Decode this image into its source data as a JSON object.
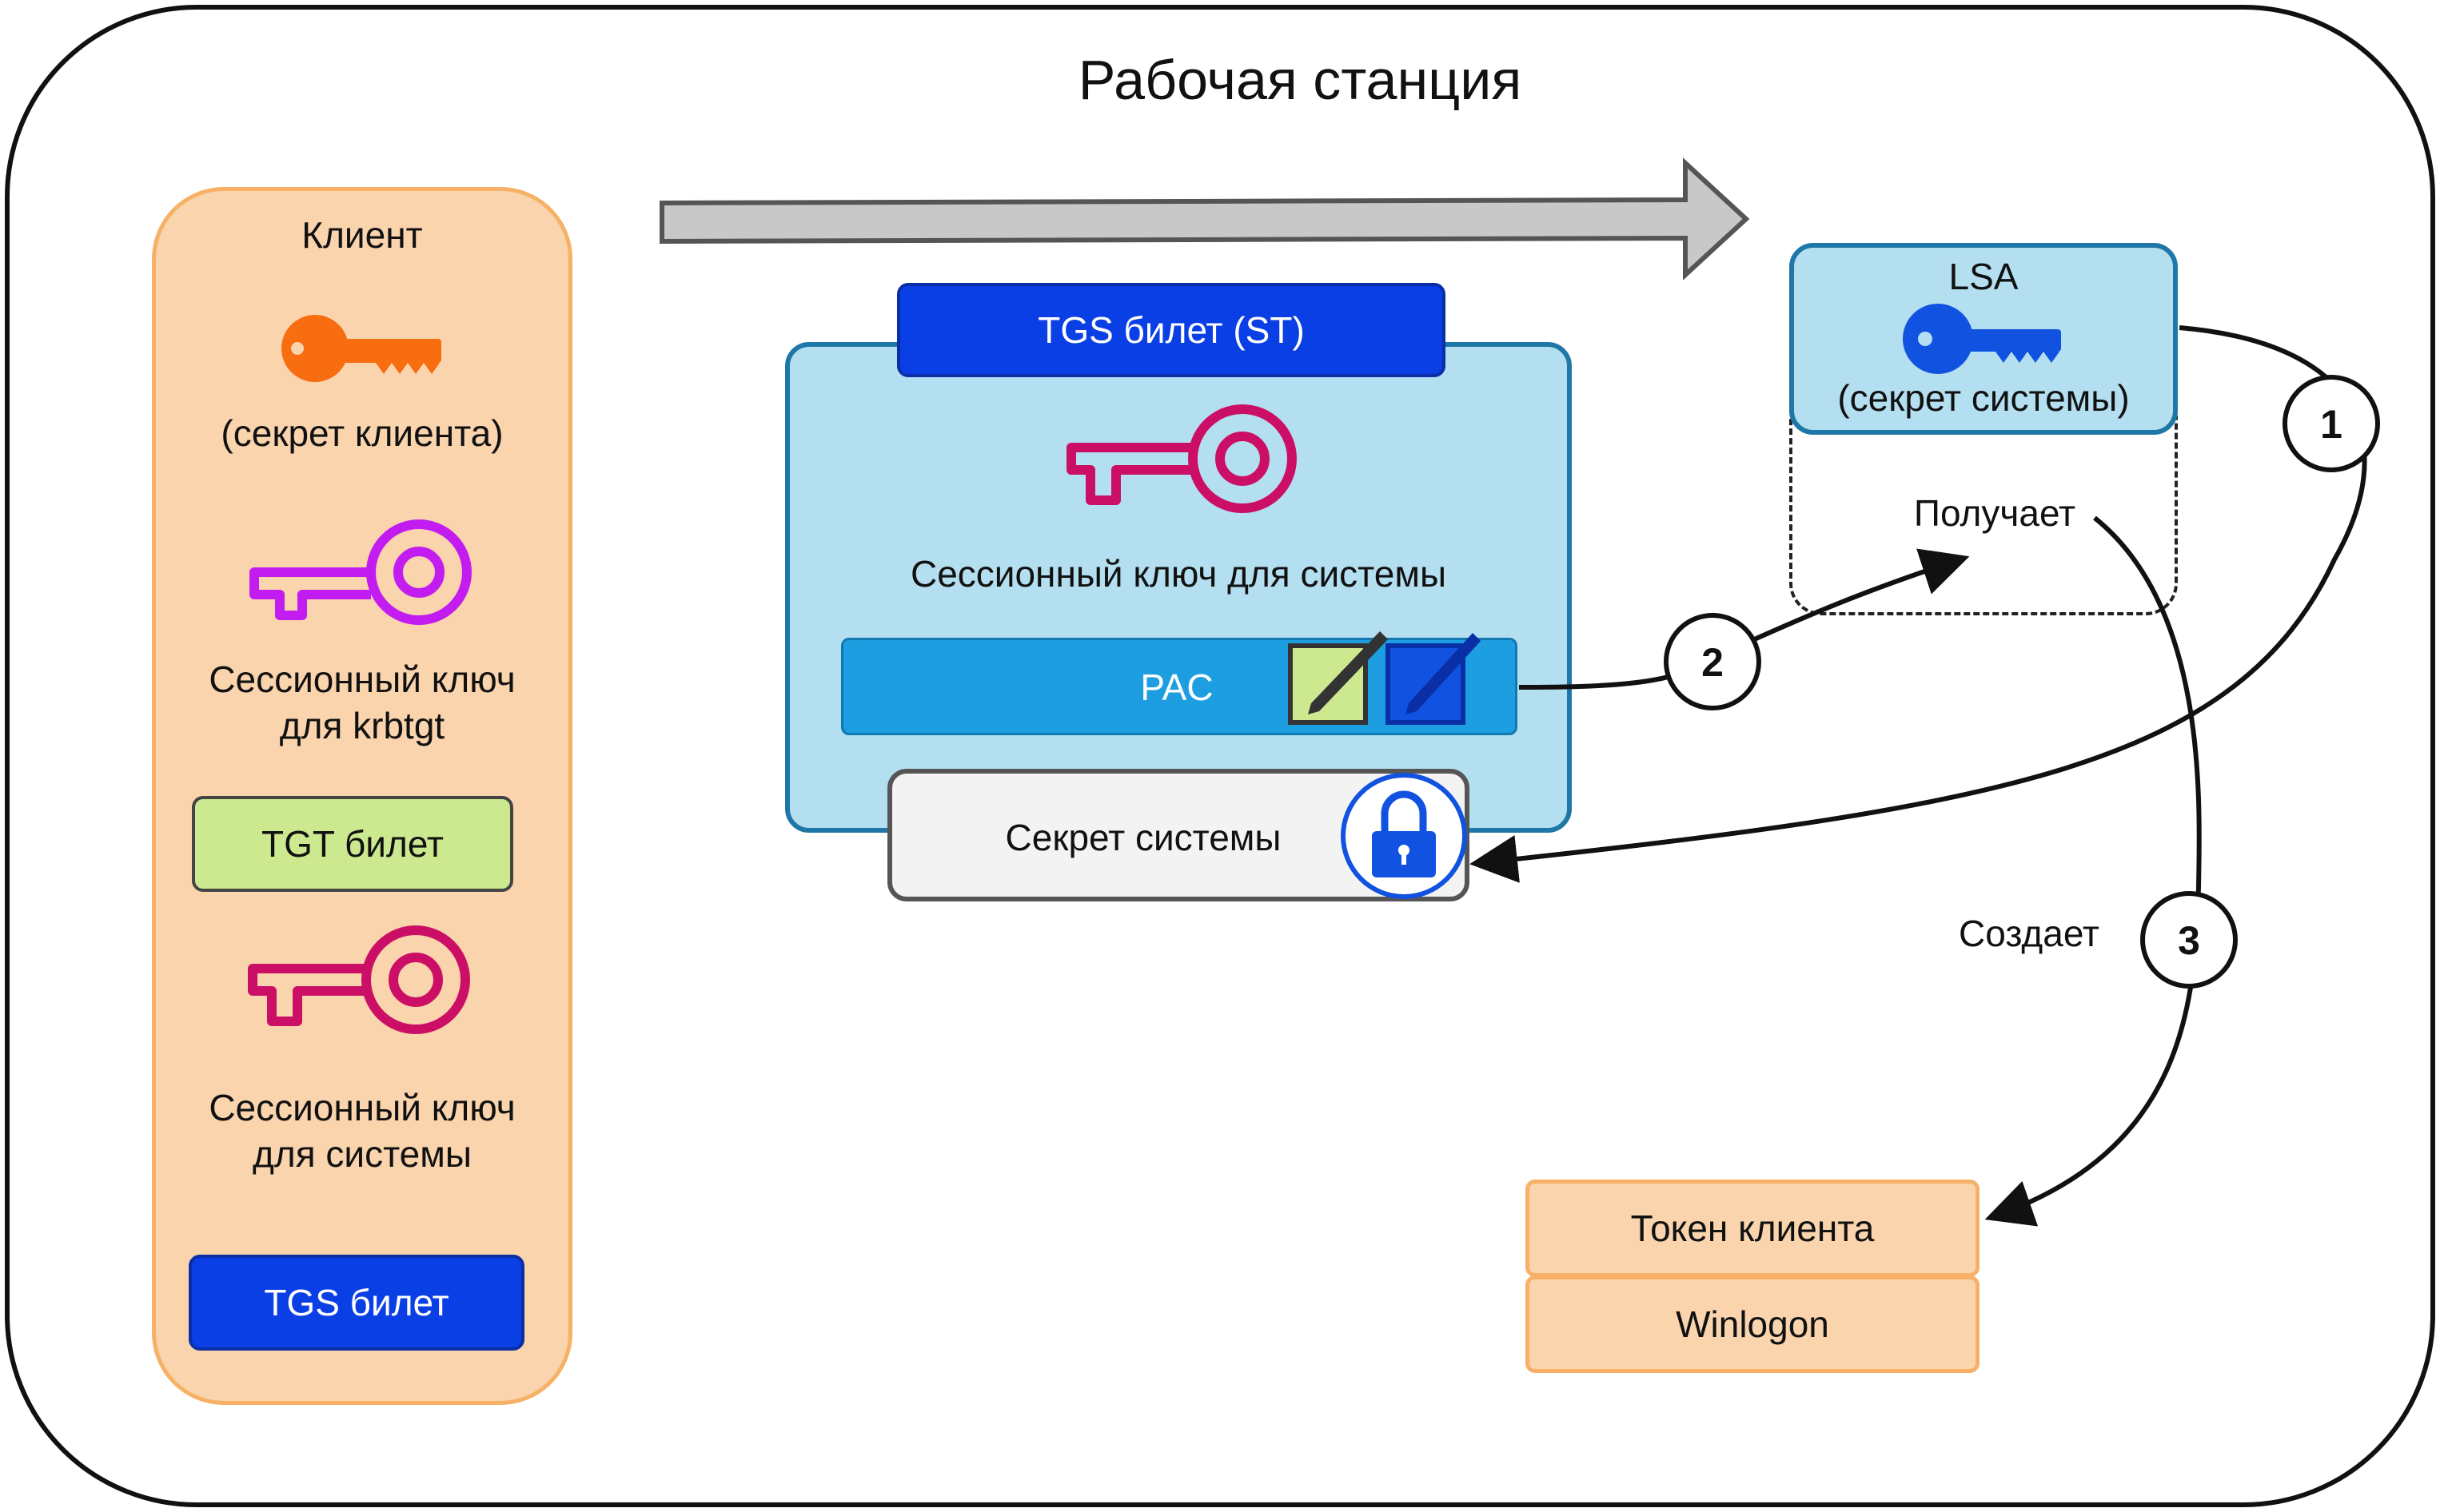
{
  "title": "Рабочая станция",
  "client": {
    "heading": "Клиент",
    "client_secret": "(секрет клиента)",
    "krbtgt_key_line1": "Сессионный ключ",
    "krbtgt_key_line2": "для krbtgt",
    "tgt_ticket": "TGT билет",
    "system_key_line1": "Сессионный ключ",
    "system_key_line2": "для системы",
    "tgs_ticket": "TGS билет"
  },
  "service_ticket": {
    "header": "TGS билет (ST)",
    "session_key": "Сессионный ключ для системы",
    "pac": "PAC",
    "system_secret": "Секрет системы"
  },
  "lsa": {
    "heading": "LSA",
    "system_secret": "(секрет системы)",
    "receives": "Получает"
  },
  "flow": {
    "creates": "Создает",
    "step1": "1",
    "step2": "2",
    "step3": "3"
  },
  "outputs": {
    "token": "Токен клиента",
    "winlogon": "Winlogon"
  },
  "colors": {
    "client_fill": "#f9d4ad",
    "client_border": "#f7b167",
    "orange_key": "#f86d10",
    "purple_key": "#c21cf0",
    "crimson_key": "#cc0f66",
    "blue_key": "#1153e0",
    "ticket_blue": "#0a3fe6",
    "tgt_green": "#cde98f",
    "st_fill": "#b4dff0",
    "pac_blue": "#1c9ee0"
  },
  "icons": [
    "key-icon",
    "lock-icon",
    "pencil-icon",
    "arrow-icon"
  ]
}
